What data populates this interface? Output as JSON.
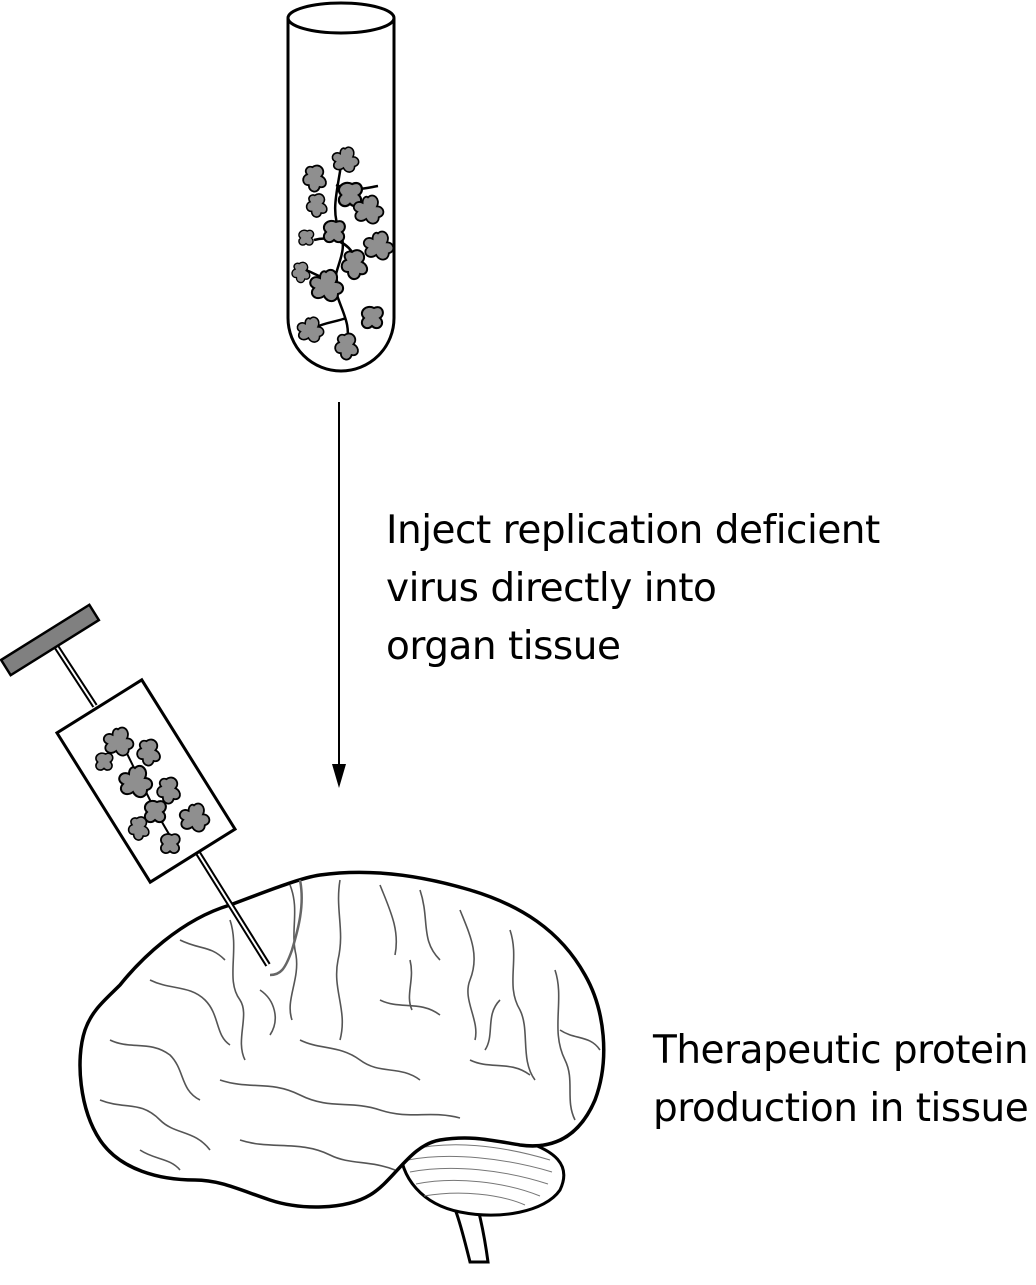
{
  "labels": {
    "inject": [
      "Inject replication deficient",
      "virus directly into",
      "organ tissue"
    ],
    "protein": [
      "Therapeutic protein",
      "production in tissue"
    ]
  },
  "colors": {
    "outline": "#000000",
    "virus_fill": "#8f8f8f",
    "plunger_fill": "#808080",
    "brain_fill": "#ffffff",
    "brain_detail": "#555555",
    "background": "#ffffff"
  },
  "icons": [
    "test-tube-icon",
    "syringe-icon",
    "brain-icon",
    "virus-particle-icon",
    "down-arrow-icon"
  ]
}
